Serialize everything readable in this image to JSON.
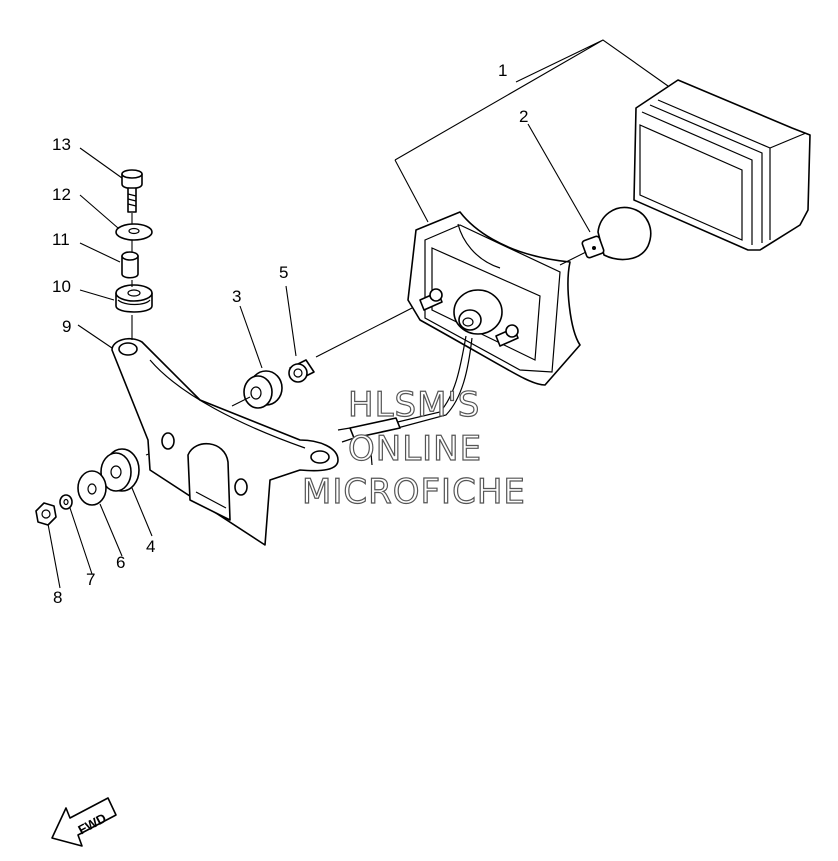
{
  "callouts": [
    {
      "id": "1",
      "label": "1"
    },
    {
      "id": "2",
      "label": "2"
    },
    {
      "id": "3",
      "label": "3"
    },
    {
      "id": "4",
      "label": "4"
    },
    {
      "id": "5",
      "label": "5"
    },
    {
      "id": "6",
      "label": "6"
    },
    {
      "id": "7",
      "label": "7"
    },
    {
      "id": "8",
      "label": "8"
    },
    {
      "id": "9",
      "label": "9"
    },
    {
      "id": "10",
      "label": "10"
    },
    {
      "id": "11",
      "label": "11"
    },
    {
      "id": "12",
      "label": "12"
    },
    {
      "id": "13",
      "label": "13"
    }
  ],
  "watermark": {
    "line1": "HLSM'S",
    "line2": "ONLINE",
    "line3": "MICROFICHE"
  },
  "fwd_label": "FWD"
}
